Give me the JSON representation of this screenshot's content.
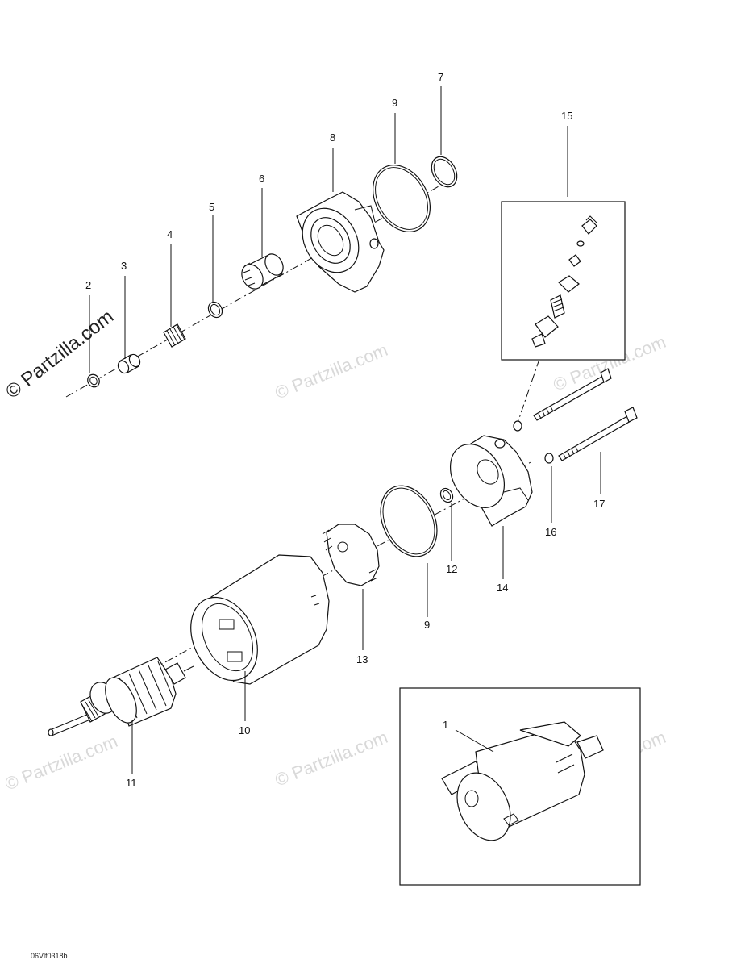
{
  "watermarks": {
    "main": "© Partzilla.com",
    "faint": "© Partzilla.com"
  },
  "figure_code": "06Vlf0318b",
  "callouts": {
    "c1": "1",
    "c2": "2",
    "c3": "3",
    "c4": "4",
    "c5": "5",
    "c6": "6",
    "c7": "7",
    "c8": "8",
    "c9a": "9",
    "c9b": "9",
    "c10": "10",
    "c11": "11",
    "c12": "12",
    "c13": "13",
    "c14": "14",
    "c15": "15",
    "c16": "16",
    "c17": "17"
  }
}
